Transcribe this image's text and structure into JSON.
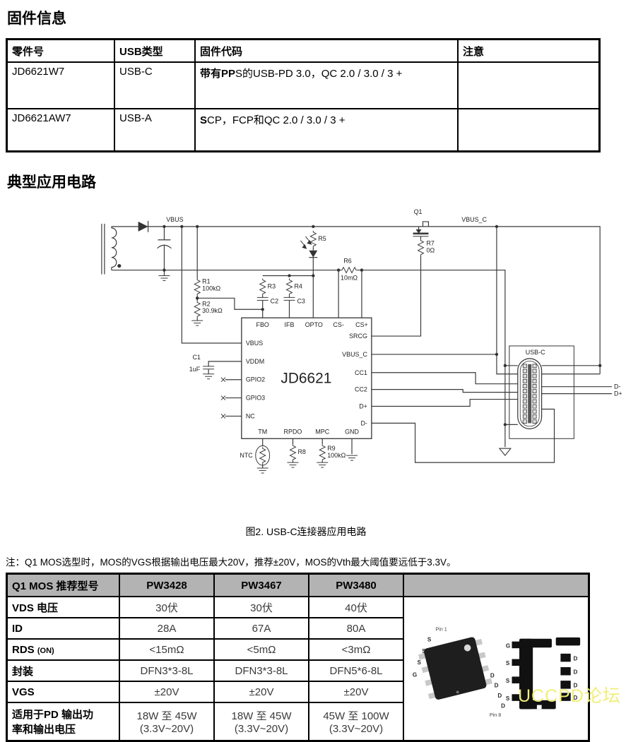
{
  "page": {
    "section1_title": "固件信息",
    "section2_title": "典型应用电路",
    "figure_caption": "图2. USB-C连接器应用电路",
    "note": "注：Q1 MOS选型时，MOS的VGS根据输出电压最大20V，推荐±20V，MOS的Vth最大阈值要远低于3.3V。",
    "watermark": "UCCPD论坛"
  },
  "firmware_table": {
    "headers": [
      "零件号",
      "USB类型",
      "固件代码",
      "注意"
    ],
    "rows": [
      {
        "part": "JD6621W7",
        "usb": "USB-C",
        "code_bold": "带有PP",
        "code_rest": "S的USB-PD 3.0，QC 2.0 / 3.0 / 3 +",
        "note": ""
      },
      {
        "part": "JD6621AW7",
        "usb": "USB-A",
        "code_bold": "S",
        "code_rest": "CP，FCP和QC 2.0 / 3.0 / 3 +",
        "note": ""
      }
    ]
  },
  "circuit": {
    "chip": "JD6621",
    "labels": {
      "vbus": "VBUS",
      "vbus_c": "VBUS_C",
      "q1": "Q1",
      "r1": "R1",
      "r1v": "100kΩ",
      "r2": "R2",
      "r2v": "30.9kΩ",
      "r3": "R3",
      "r4": "R4",
      "c2": "C2",
      "c3": "C3",
      "r5": "R5",
      "r6": "R6",
      "r6v": "10mΩ",
      "r7": "R7",
      "r7v": "0Ω",
      "c1": "C1",
      "c1v": "1uF",
      "ntc": "NTC",
      "r8": "R8",
      "r9": "R9",
      "r9v": "100kΩ",
      "usbc": "USB-C",
      "dm": "D-",
      "dp": "D+"
    },
    "pins": {
      "fbo": "FBO",
      "ifb": "IFB",
      "opto": "OPTO",
      "csn": "CS-",
      "csp": "CS+",
      "vbus": "VBUS",
      "vddm": "VDDM",
      "gpio2": "GPIO2",
      "gpio3": "GPIO3",
      "nc": "NC",
      "srcg": "SRCG",
      "vbusc": "VBUS_C",
      "cc1": "CC1",
      "cc2": "CC2",
      "dp": "D+",
      "dm": "D-",
      "tm": "TM",
      "rpdo": "RPDO",
      "mpc": "MPC",
      "gnd": "GND"
    }
  },
  "mos_table": {
    "header": {
      "col0": "Q1 MOS 推荐型号",
      "col1": "PW3428",
      "col2": "PW3467",
      "col3": "PW3480"
    },
    "rows": [
      {
        "label": "VDS 电压",
        "c1": "30伏",
        "c2": "30伏",
        "c3": "40伏"
      },
      {
        "label": "ID",
        "c1": "28A",
        "c2": "67A",
        "c3": "80A"
      },
      {
        "label": "RDS",
        "sub": "(ON)",
        "c1": "<15mΩ",
        "c2": "<5mΩ",
        "c3": "<3mΩ"
      },
      {
        "label": "封装",
        "c1": "DFN3*3-8L",
        "c2": "DFN3*3-8L",
        "c3": "DFN5*6-8L"
      },
      {
        "label": "VGS",
        "c1": "±20V",
        "c2": "±20V",
        "c3": "±20V"
      },
      {
        "label": "适用于PD 输出功",
        "label2": "率和输出电压",
        "c1": "18W 至 45W",
        "c1b": "(3.3V~20V)",
        "c2": "18W 至 45W",
        "c2b": "(3.3V~20V)",
        "c3": "45W 至 100W",
        "c3b": "(3.3V~20V)"
      }
    ]
  },
  "package_fig": {
    "pin1": "Pin 1",
    "pin8": "Pin 8",
    "left_pins": [
      "S",
      "S",
      "S",
      "G"
    ],
    "right_pins": [
      "D",
      "D",
      "D",
      "D"
    ],
    "fp_left": [
      "G",
      "S",
      "S",
      "S"
    ],
    "fp_right": [
      "D",
      "D",
      "D",
      "D"
    ]
  }
}
